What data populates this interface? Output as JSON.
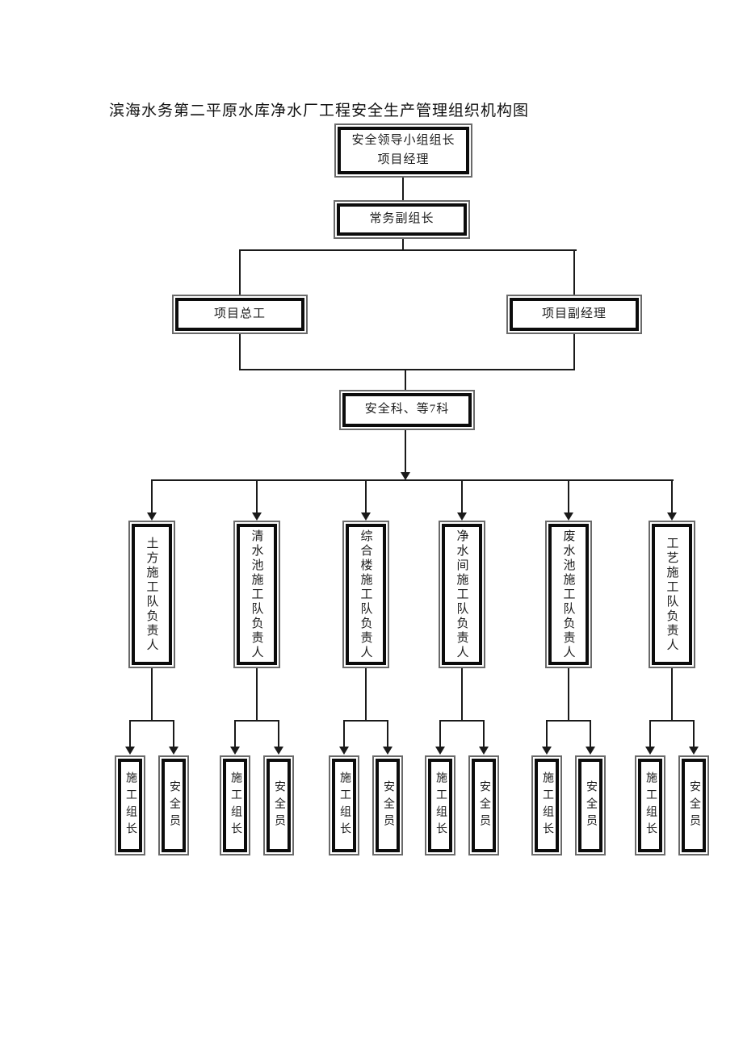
{
  "page": {
    "title": "滨海水务第二平原水库净水厂工程安全生产管理组织机构图"
  },
  "chart": {
    "leader_group": {
      "line1": "安全领导小组组长",
      "line2": "项目经理"
    },
    "deputy_leader": "常务副组长",
    "chief_engineer": "项目总工",
    "deputy_manager": "项目副经理",
    "safety_dept": "安全科、等7科",
    "teams": [
      {
        "name": "土方施工队负责人",
        "children": [
          "施工组长",
          "安全员"
        ]
      },
      {
        "name": "清水池施工队负责人",
        "children": [
          "施工组长",
          "安全员"
        ]
      },
      {
        "name": "综合楼施工队负责人",
        "children": [
          "施工组长",
          "安全员"
        ]
      },
      {
        "name": "净水间施工队负责人",
        "children": [
          "施工组长",
          "安全员"
        ]
      },
      {
        "name": "废水池施工队负责人",
        "children": [
          "施工组长",
          "安全员"
        ]
      },
      {
        "name": "工艺施工队负责人",
        "children": [
          "施工组长",
          "安全员"
        ]
      }
    ]
  },
  "colors": {
    "background": "#ffffff",
    "line": "#1a1a1a",
    "box_border": "#0c0c0c",
    "box_halo": "#6a6a6a",
    "text": "#1c1c1c"
  }
}
